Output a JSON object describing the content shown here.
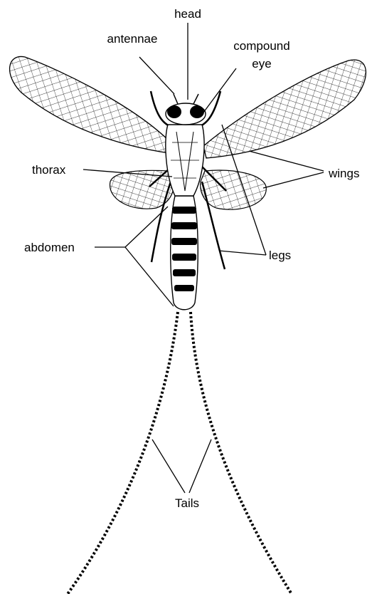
{
  "labels": {
    "head": "head",
    "antennae": "antennae",
    "compound_eye_line1": "compound",
    "compound_eye_line2": "eye",
    "thorax": "thorax",
    "wings": "wings",
    "abdomen": "abdomen",
    "legs": "legs",
    "tails": "Tails"
  },
  "colors": {
    "ink": "#000000",
    "background": "#ffffff"
  }
}
